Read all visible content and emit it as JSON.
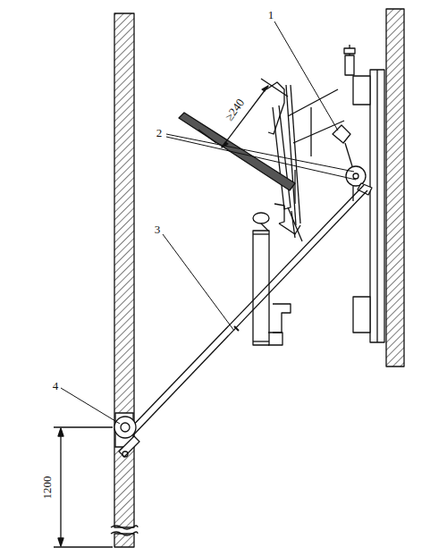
{
  "diagram": {
    "labels": [
      "1",
      "2",
      "3",
      "4",
      "≥240",
      "1200"
    ]
  }
}
